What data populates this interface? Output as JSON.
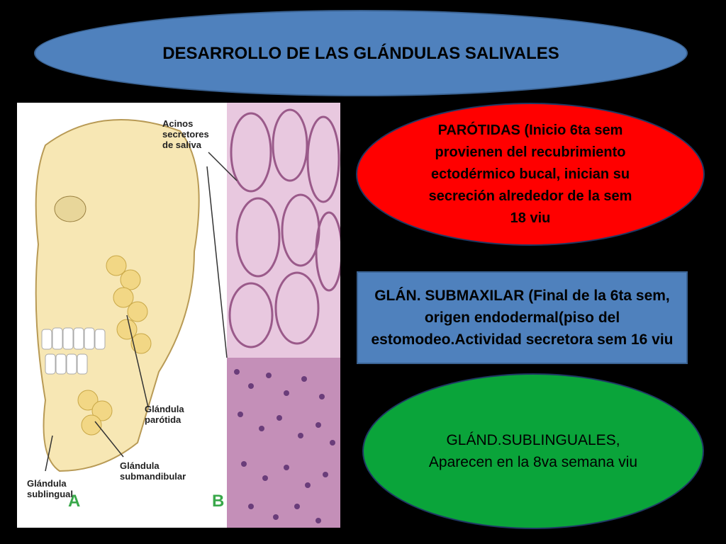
{
  "title": "DESARROLLO DE LAS GLÁNDULAS SALIVALES",
  "parotid": "PARÓTIDAS (Inicio 6ta sem provienen del recubrimiento ectodérmico bucal, inician su secreción alrededor de la sem 18 viu",
  "submaxilar": "GLÁN. SUBMAXILAR (Final de la 6ta sem, origen endodermal(piso del estomodeo.Actividad secretora sem 16 viu",
  "sublingual": "GLÁND.SUBLINGUALES, Aparecen en la 8va semana viu",
  "illustration": {
    "labels": {
      "acinos": "Acinos secretores de saliva",
      "parotida": "Glándula parótida",
      "submandibular": "Glándula submandibular",
      "sublingual": "Glándula sublingual",
      "panel_a": "A",
      "panel_b": "B"
    }
  }
}
